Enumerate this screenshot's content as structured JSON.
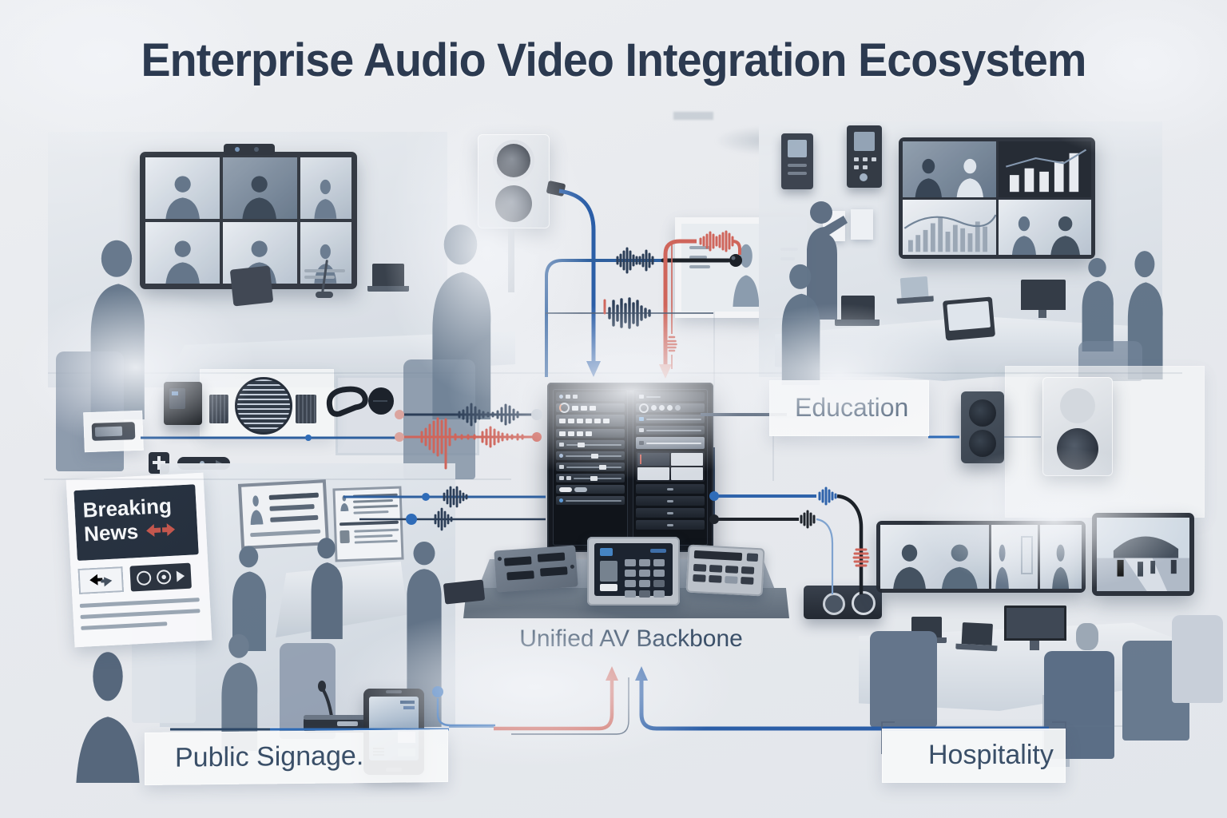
{
  "title": "Enterprise Audio Video Integration Ecosystem",
  "labels": {
    "education": "Education",
    "backbone": "Unified AV Backbone",
    "public_signage": "Public Signage.",
    "hospitality": "Hospitality"
  },
  "signage_display": {
    "line1": "Breaking",
    "line2": "News"
  },
  "colors": {
    "background": "#e9ebef",
    "title_text": "#2c3a50",
    "label_text": "#3a4f68",
    "wire_blue": "#2e62a9",
    "wire_blue_bright": "#2b5ea7",
    "wire_navy": "#2c3e57",
    "wire_red": "#cf655b",
    "rack_body": "#14181f",
    "card_background": "#f5f6f8",
    "news_panel_background": "#26303e",
    "news_text": "#f4f6f8",
    "news_accent_red": "#c4574e"
  }
}
